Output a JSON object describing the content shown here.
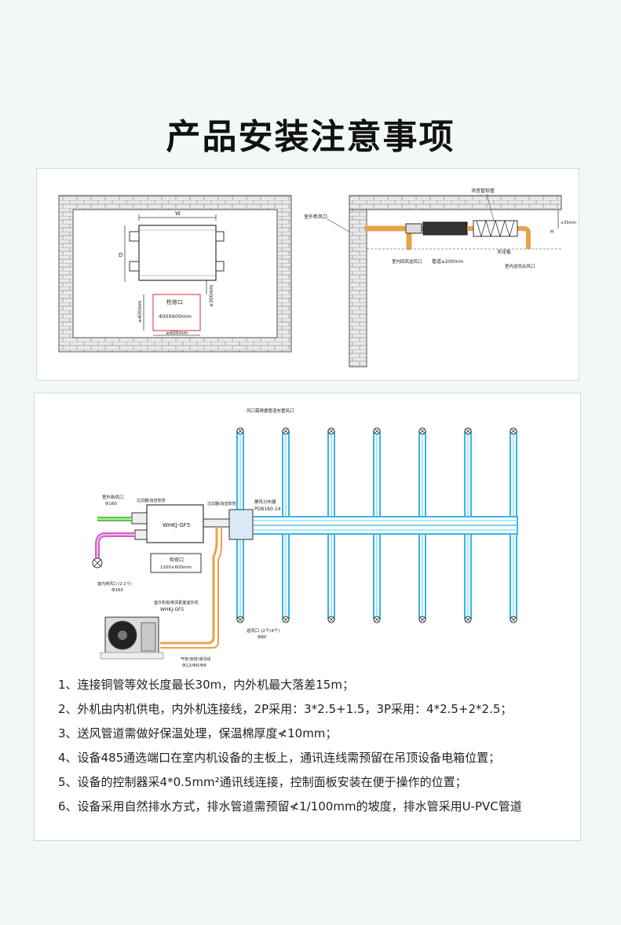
{
  "page_title": "产品安装注意事项",
  "diagram_top": {
    "left": {
      "width_label": "W",
      "depth_label": "D",
      "access_port_title": "检修口",
      "access_port_size": "400X600mm",
      "dim_left": "≥400mm",
      "dim_bottom": "≥600mm",
      "dim_right": "≥300mm"
    },
    "right": {
      "outdoor_intake": "室外新风口",
      "silencer": "消音管软管",
      "indoor_return": "室内回风送风口",
      "pipe_gap": "管道≥200mm",
      "ceiling": "天花板",
      "indoor_supply": "室内送风出风口",
      "dim_h": "H",
      "dim_v": "≥35mm"
    }
  },
  "diagram_bottom": {
    "supply_outlet_note": "风口需根据管道布置风口",
    "outdoor_fresh_air": "室外新风口",
    "outdoor_fresh_size": "Φ160",
    "filter_label": "过滤器/消音软管",
    "filter_label2": "过滤器/消音软管",
    "unit_name": "WHKJ-GF5",
    "distributor_title": "静风分布器",
    "distributor_model": "PDB160-14",
    "access_title": "检修口",
    "access_size": "1200×600mm",
    "indoor_exhaust": "室内排风口 (2-2个)",
    "indoor_exhaust_size": "Φ160",
    "outdoor_unit_title": "室外机组/新风配套室外机",
    "outdoor_unit_model": "WHKJ-GF5",
    "pipe_spec_title": "气管/液管/通讯线",
    "pipe_spec": "Φ12/Φ6/Φ8",
    "outlet_title": "送风口 (2个/4个)",
    "outlet_size": "Φ80"
  },
  "notes": [
    "1、连接铜管等效长度最长30m，内外机最大落差15m；",
    "2、外机由内机供电，内外机连接线，2P采用：3*2.5+1.5，3P采用：4*2.5+2*2.5；",
    "3、送风管道需做好保温处理，保温棉厚度≮10mm；",
    "4、设备485通选端口在室内机设备的主板上，通讯连线需预留在吊顶设备电箱位置；",
    "5、设备的控制器采4*0.5mm²通讯线连接，控制面板安装在便于操作的位置；",
    "6、设备采用自然排水方式，排水管道需预留≮1/100mm的坡度，排水管采用U-PVC管道"
  ],
  "colors": {
    "duct_blue": "#39b4e4",
    "duct_cyan": "#8fe0f2",
    "pipe_orange": "#e9a24b",
    "pipe_magenta": "#d65fc8",
    "pipe_green": "#5fbf4f",
    "access_red": "#e05050"
  }
}
